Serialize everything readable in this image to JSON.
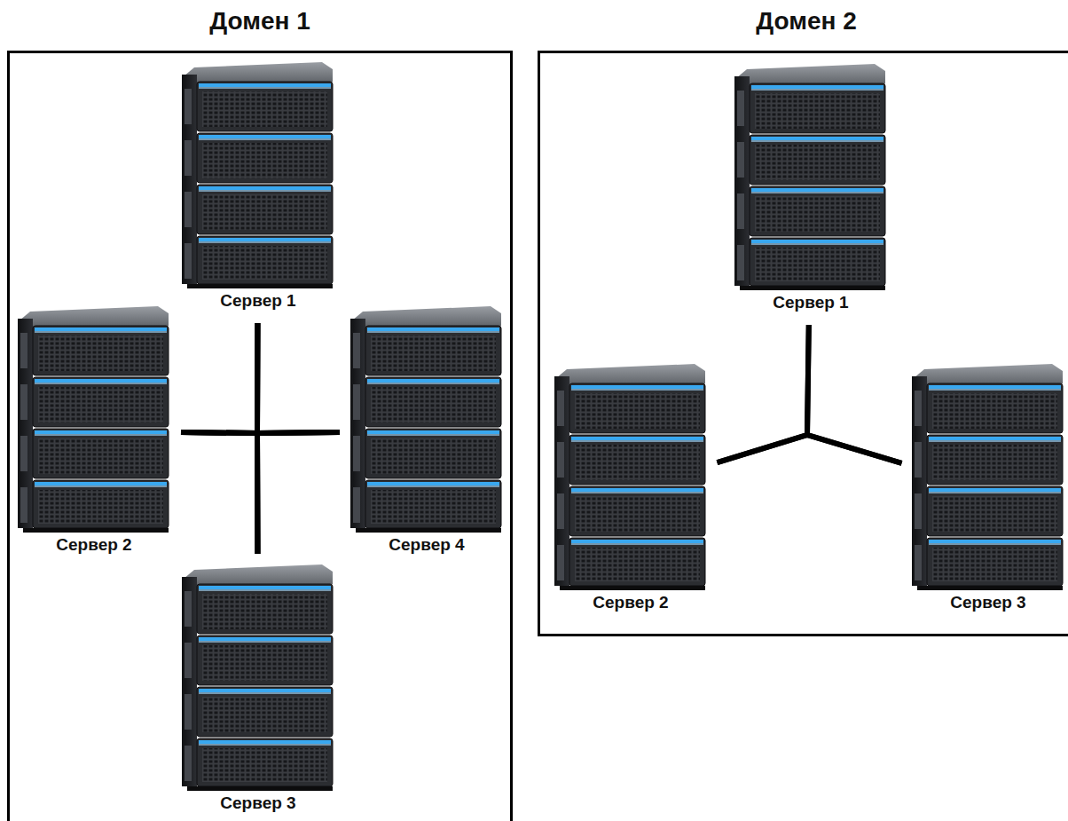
{
  "diagram": {
    "nodes": [
      {
        "text": [
          "Домен 1"
        ]
      },
      {
        "text": [
          "Сервер 1"
        ],
        "in": 0
      },
      {
        "text": [
          "Сервер 2"
        ],
        "in": 0
      },
      {
        "text": [
          "Сервер 4"
        ],
        "in": 0
      },
      {
        "text": [
          "Сервер 3"
        ],
        "in": 0
      },
      {
        "text": [
          "Домен 2"
        ]
      },
      {
        "text": [
          "Сервер 1"
        ],
        "in": 5
      },
      {
        "text": [
          "Сервер 2"
        ],
        "in": 5
      },
      {
        "text": [
          "Сервер 3"
        ],
        "in": 5
      }
    ],
    "edges": [
      {
        "from": 1,
        "to": 2,
        "arrow": "none"
      },
      {
        "from": 1,
        "to": 3,
        "arrow": "none"
      },
      {
        "from": 1,
        "to": 4,
        "arrow": "none"
      },
      {
        "from": 2,
        "to": 3,
        "arrow": "none"
      },
      {
        "from": 2,
        "to": 4,
        "arrow": "none"
      },
      {
        "from": 3,
        "to": 4,
        "arrow": "none"
      },
      {
        "from": 6,
        "to": 7,
        "arrow": "none"
      },
      {
        "from": 6,
        "to": 8,
        "arrow": "none"
      },
      {
        "from": 7,
        "to": 8,
        "arrow": "none"
      }
    ]
  }
}
